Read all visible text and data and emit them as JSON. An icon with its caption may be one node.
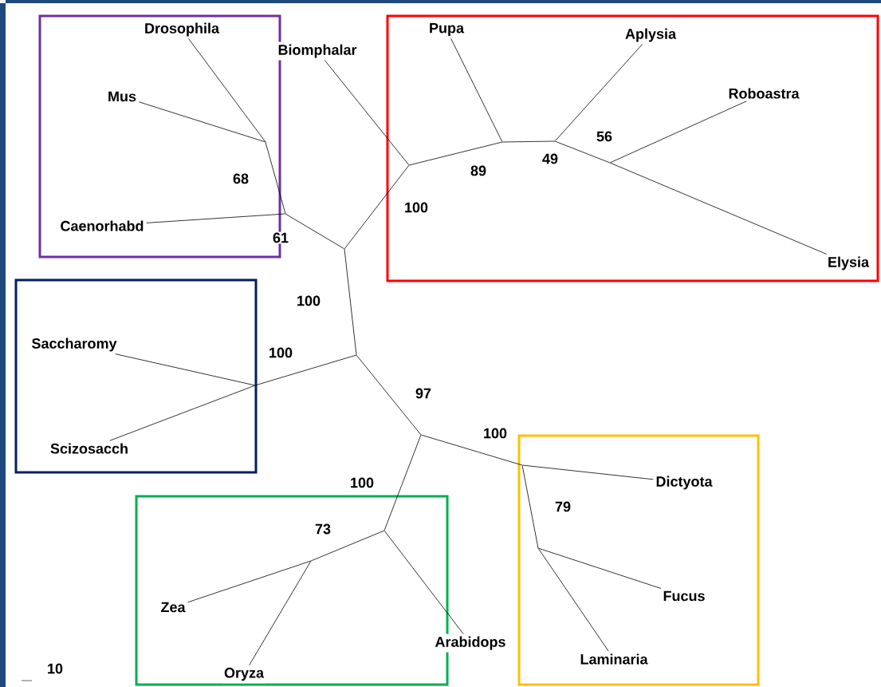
{
  "diagram": {
    "nodes": [
      {
        "text": [],
        "shape": "box"
      },
      {
        "text": [
          "Drosophila"
        ],
        "in": 0
      },
      {
        "text": [
          "Biomphalar"
        ]
      },
      {
        "text": [
          "Mus"
        ],
        "in": 0
      },
      {
        "text": [
          "Caenorhabd"
        ],
        "in": 0
      },
      {
        "text": [],
        "shape": "box"
      },
      {
        "text": [
          "Pupa"
        ],
        "in": 5
      },
      {
        "text": [
          "Aplysia"
        ],
        "in": 5
      },
      {
        "text": [
          "Roboastra"
        ],
        "in": 5
      },
      {
        "text": [
          "Elysia"
        ],
        "in": 5
      },
      {
        "text": [],
        "shape": "box"
      },
      {
        "text": [
          "Saccharomy"
        ],
        "in": 10
      },
      {
        "text": [
          "Scizosacch"
        ],
        "in": 10
      },
      {
        "text": [],
        "shape": "box"
      },
      {
        "text": [
          "Dictyota"
        ],
        "in": 13
      },
      {
        "text": [
          "Fucus"
        ],
        "in": 13
      },
      {
        "text": [
          "Laminaria"
        ],
        "in": 13
      },
      {
        "text": [],
        "shape": "box"
      },
      {
        "text": [
          "Zea"
        ],
        "in": 17
      },
      {
        "text": [
          "Oryza"
        ],
        "in": 17
      },
      {
        "text": [
          "Arabidops"
        ]
      },
      {
        "text": [],
        "shape": "point"
      },
      {
        "text": [],
        "shape": "point"
      },
      {
        "text": [],
        "shape": "point"
      },
      {
        "text": [],
        "shape": "point",
        "in": 0
      },
      {
        "text": [],
        "shape": "point",
        "in": 5
      },
      {
        "text": [],
        "shape": "point",
        "in": 5
      },
      {
        "text": [],
        "shape": "point",
        "in": 5
      },
      {
        "text": [],
        "shape": "point",
        "in": 5
      },
      {
        "text": [],
        "shape": "point",
        "in": 10
      },
      {
        "text": [],
        "shape": "point"
      },
      {
        "text": [],
        "shape": "point",
        "in": 13
      },
      {
        "text": [],
        "shape": "point",
        "in": 13
      },
      {
        "text": [],
        "shape": "point",
        "in": 17
      },
      {
        "text": [],
        "shape": "point",
        "in": 17
      }
    ],
    "edges": [
      {
        "from": 21,
        "to": 22,
        "arrow": "none"
      },
      {
        "from": 21,
        "to": 23,
        "arrow": "none"
      },
      {
        "from": 23,
        "to": 4,
        "arrow": "none"
      },
      {
        "from": 23,
        "to": 24,
        "arrow": "none"
      },
      {
        "from": 24,
        "to": 3,
        "arrow": "none"
      },
      {
        "from": 24,
        "to": 1,
        "arrow": "none"
      },
      {
        "from": 21,
        "to": 25,
        "arrow": "none"
      },
      {
        "from": 25,
        "to": 2,
        "arrow": "none"
      },
      {
        "from": 25,
        "to": 26,
        "arrow": "none"
      },
      {
        "from": 26,
        "to": 6,
        "arrow": "none"
      },
      {
        "from": 26,
        "to": 27,
        "arrow": "none"
      },
      {
        "from": 27,
        "to": 7,
        "arrow": "none"
      },
      {
        "from": 27,
        "to": 28,
        "arrow": "none"
      },
      {
        "from": 28,
        "to": 8,
        "arrow": "none"
      },
      {
        "from": 28,
        "to": 9,
        "arrow": "none"
      },
      {
        "from": 22,
        "to": 29,
        "arrow": "none"
      },
      {
        "from": 29,
        "to": 11,
        "arrow": "none"
      },
      {
        "from": 29,
        "to": 12,
        "arrow": "none"
      },
      {
        "from": 22,
        "to": 30,
        "arrow": "none"
      },
      {
        "from": 30,
        "to": 31,
        "arrow": "none"
      },
      {
        "from": 31,
        "to": 14,
        "arrow": "none"
      },
      {
        "from": 31,
        "to": 32,
        "arrow": "none"
      },
      {
        "from": 32,
        "to": 15,
        "arrow": "none"
      },
      {
        "from": 32,
        "to": 16,
        "arrow": "none"
      },
      {
        "from": 30,
        "to": 33,
        "arrow": "none"
      },
      {
        "from": 33,
        "to": 34,
        "arrow": "none"
      },
      {
        "from": 34,
        "to": 18,
        "arrow": "none"
      },
      {
        "from": 34,
        "to": 19,
        "arrow": "none"
      },
      {
        "from": 33,
        "to": 20,
        "arrow": "none"
      }
    ],
    "labels": [
      "56",
      "49",
      "89",
      "68",
      "100",
      "61",
      "100",
      "100",
      "97",
      "100",
      "100",
      "79",
      "73",
      "10"
    ]
  }
}
